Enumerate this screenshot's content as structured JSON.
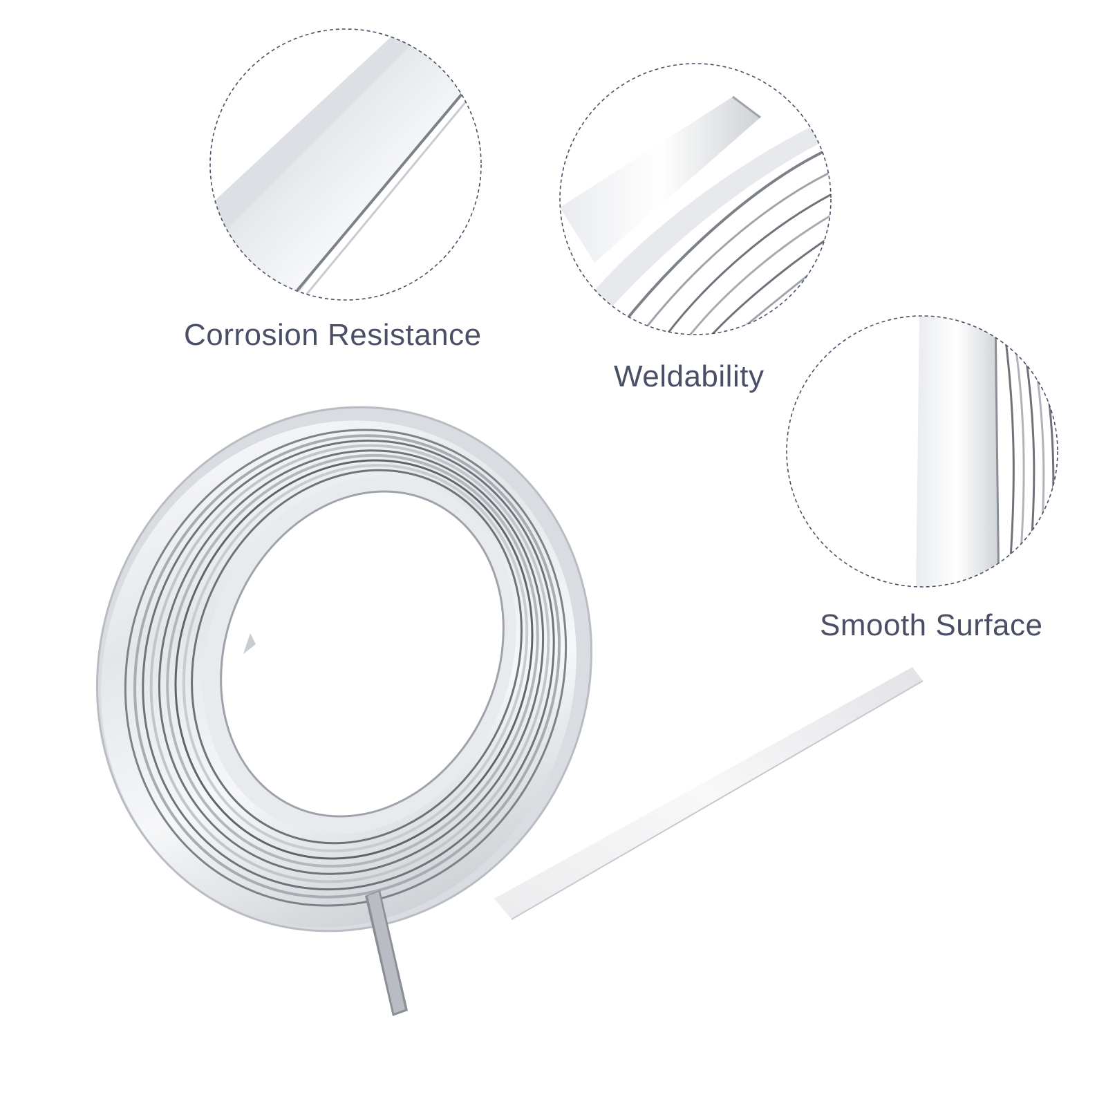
{
  "features": [
    {
      "label": "Corrosion Resistance"
    },
    {
      "label": "Weldability"
    },
    {
      "label": "Smooth Surface"
    }
  ],
  "colors": {
    "background": "#ffffff",
    "caption": "#4a4f66",
    "circle_outline": "#4a4f66",
    "metal_light": "#f1f2f4",
    "metal_mid": "#c9ccd1",
    "metal_dark": "#6e737a"
  }
}
